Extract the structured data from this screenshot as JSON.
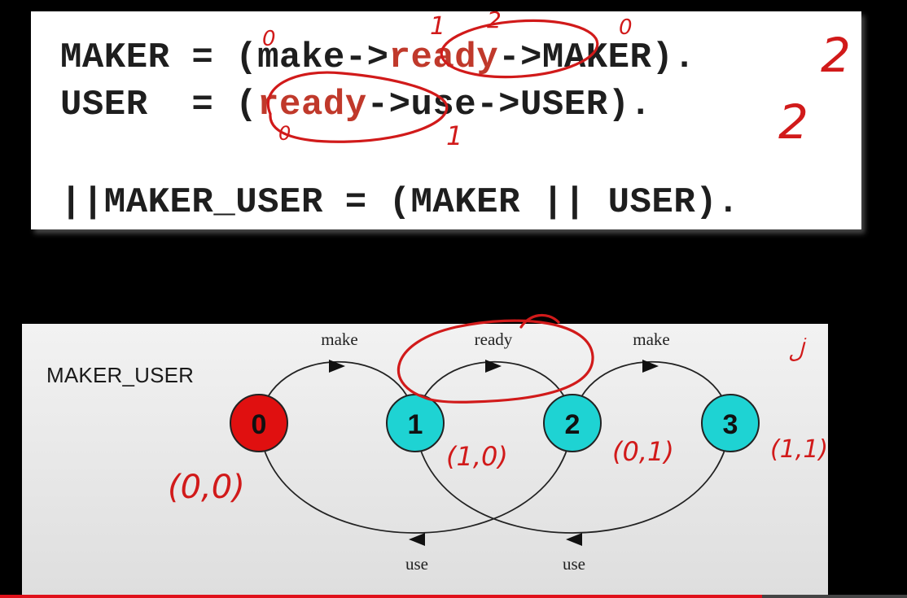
{
  "code": {
    "line1": {
      "a": "MAKER = (make->",
      "kw": "ready",
      "b": "->MAKER)."
    },
    "line2": {
      "a": "USER  = (",
      "kw": "ready",
      "b": "->use->USER)."
    },
    "line3": "||MAKER_USER = (MAKER || USER)."
  },
  "lts": {
    "title": "MAKER_USER",
    "states": [
      {
        "id": "0",
        "color": "#e01010"
      },
      {
        "id": "1",
        "color": "#1ed3d3"
      },
      {
        "id": "2",
        "color": "#1ed3d3"
      },
      {
        "id": "3",
        "color": "#1ed3d3"
      }
    ],
    "transitions": {
      "t01": "make",
      "t12": "ready",
      "t23": "make",
      "t20": "use",
      "t31": "use"
    }
  },
  "annotations": {
    "state_pairs": [
      "(0,0)",
      "(1,0)",
      "(0,1)",
      "(1,1)"
    ],
    "process_states": [
      "2",
      "2"
    ],
    "code_marks": [
      "0",
      "1",
      "2",
      "0",
      "0",
      "1"
    ],
    "extra_mark": "ڶ"
  },
  "video": {
    "progress": 0.84
  }
}
